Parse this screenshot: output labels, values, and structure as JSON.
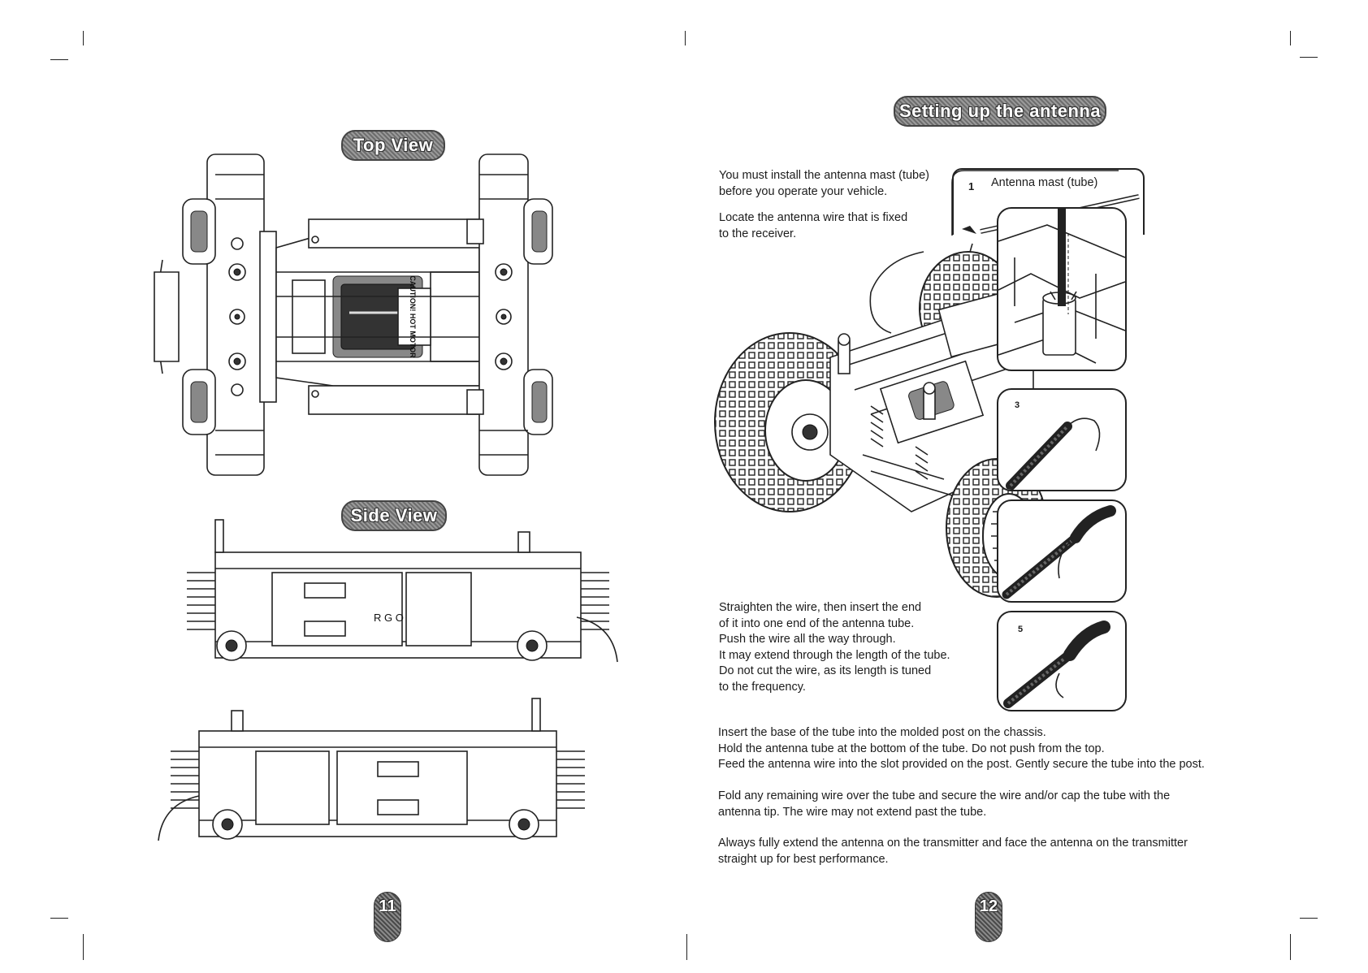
{
  "left_page": {
    "top_view_label": "Top View",
    "side_view_label": "Side View",
    "page_number": "11",
    "motor_label": "CAUTION! HOT MOTOR",
    "led_letters": "R G O"
  },
  "right_page": {
    "section_label": "Setting up the antenna",
    "page_number": "12",
    "intro_lines": [
      "You must install the antenna mast (tube)",
      "before you operate your vehicle."
    ],
    "locate_lines": [
      "Locate the antenna wire that is fixed",
      "to the receiver."
    ],
    "callout_number": "1",
    "callout_label": "Antenna mast (tube)",
    "step_numbers": [
      "3",
      "5"
    ],
    "straighten_lines": [
      "Straighten the wire, then insert the end",
      "of it into one end of the antenna tube.",
      "Push the wire all the way through.",
      "It may extend through the length of the tube.",
      "Do not cut the wire, as its length is tuned",
      "to the frequency."
    ],
    "insert_lines": [
      "Insert the base of the tube into the molded post on the chassis.",
      "Hold the antenna tube at the bottom of the tube.  Do not push from the top.",
      "Feed the antenna wire into the slot provided on the post. Gently secure the tube into the post."
    ],
    "fold_lines": [
      "Fold any remaining wire over the tube and secure the wire and/or cap the tube with the",
      "antenna tip.  The wire may not extend past the tube."
    ],
    "always_lines": [
      "Always fully extend the antenna on the transmitter and face the antenna on the transmitter",
      "straight up for best performance."
    ]
  }
}
